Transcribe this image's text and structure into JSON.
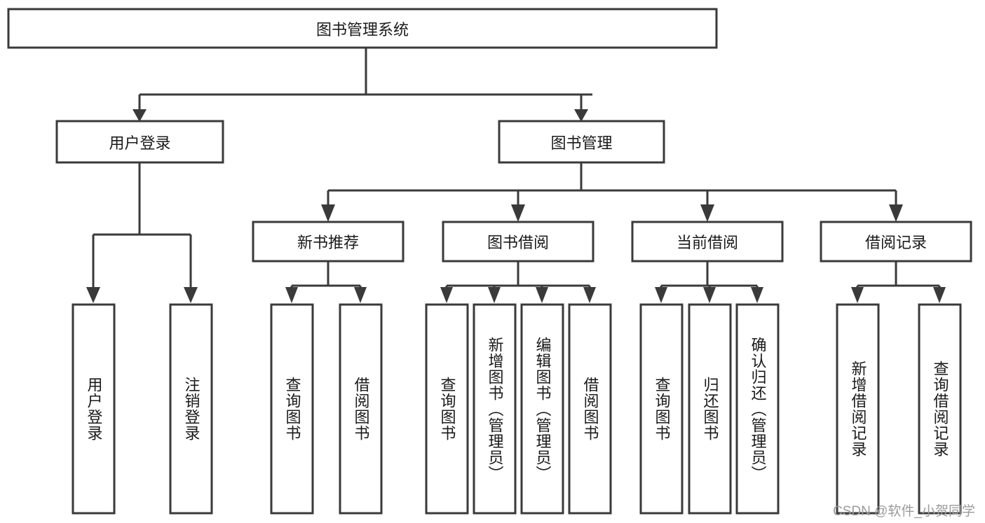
{
  "diagram": {
    "type": "hierarchy-tree",
    "title": "图书管理系统",
    "watermark": "CSDN @软件_小贺同学",
    "colors": {
      "box_stroke": "#3a3a3a",
      "box_fill": "#ffffff",
      "text": "#1a1a1a",
      "background": "#ffffff",
      "watermark": "#9b9b9b"
    },
    "root": {
      "label": "图书管理系统"
    },
    "level2": [
      {
        "label": "用户登录"
      },
      {
        "label": "图书管理"
      }
    ],
    "level3": [
      {
        "label": "新书推荐"
      },
      {
        "label": "图书借阅"
      },
      {
        "label": "当前借阅"
      },
      {
        "label": "借阅记录"
      }
    ],
    "leaves": {
      "user_login": [
        {
          "label": "用户登录"
        },
        {
          "label": "注销登录"
        }
      ],
      "new_book_recommend": [
        {
          "label": "查询图书"
        },
        {
          "label": "借阅图书"
        }
      ],
      "book_borrow": [
        {
          "label": "查询图书"
        },
        {
          "label": "新增图书（管理员）"
        },
        {
          "label": "编辑图书（管理员）"
        },
        {
          "label": "借阅图书"
        }
      ],
      "current_borrow": [
        {
          "label": "查询图书"
        },
        {
          "label": "归还图书"
        },
        {
          "label": "确认归还（管理员）"
        }
      ],
      "borrow_record": [
        {
          "label": "新增借阅记录"
        },
        {
          "label": "查询借阅记录"
        }
      ]
    }
  }
}
